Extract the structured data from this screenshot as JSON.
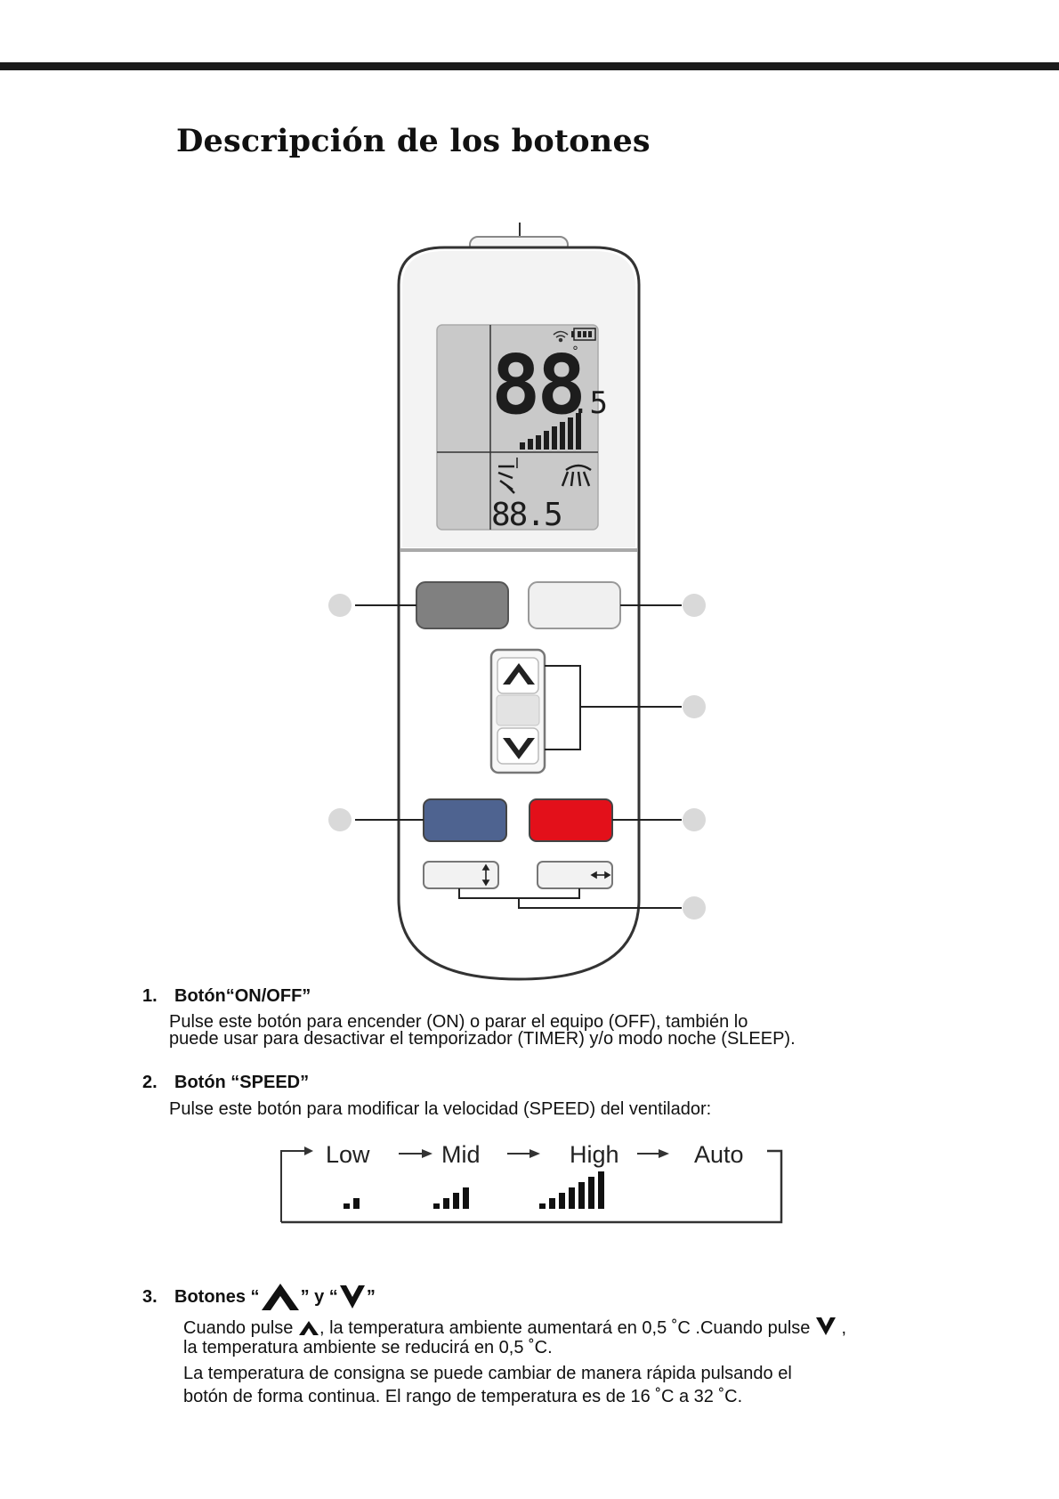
{
  "title": "Descripción de los botones",
  "remote": {
    "display": {
      "main_temp": "88",
      "main_decimal": ".5",
      "sub_temp": "88.5",
      "degree_symbol": "°"
    },
    "colors": {
      "on_off_button": "#808080",
      "speed_button": "#f0f0f0",
      "cool_button": "#4e6390",
      "heat_button": "#e3101a",
      "lcd": "#c9c9c9"
    },
    "icons": [
      "signal-icon",
      "battery-icon",
      "signal-bars-icon",
      "vertical-swing-icon",
      "horizontal-swing-icon",
      "up-arrow-icon",
      "down-arrow-icon"
    ]
  },
  "sections": [
    {
      "number": "1.",
      "title": "Botón“ON/OFF”",
      "lines": [
        "Pulse este botón  para  encender  (ON)  o  parar  el  equipo  (OFF),  también  lo",
        "puede usar para desactivar el temporizador (TIMER) y/o modo noche (SLEEP)."
      ]
    },
    {
      "number": "2.",
      "title": "Botón “SPEED”",
      "lines": [
        "Pulse este botón para modificar la velocidad (SPEED) del ventilador:"
      ]
    },
    {
      "number": "3.",
      "title_prefix": "Botones “",
      "title_mid": "” y “",
      "title_suffix": "”",
      "line1_a": "Cuando pulse ",
      "line1_b": ", la temperatura ambiente aumentará en 0,5 ˚C .Cuando pulse ",
      "line1_c": " ,",
      "line2": "la temperatura ambiente se reducirá en 0,5 ˚C.",
      "line3": "La  temperatura de consigna se puede   cambiar de manera rápida pulsando  el",
      "line4": "botón de forma continua. El rango de temperatura es de 16 ˚C a 32 ˚C."
    }
  ],
  "speed_levels": [
    {
      "label": "Low",
      "bars": 2
    },
    {
      "label": "Mid",
      "bars": 4
    },
    {
      "label": "High",
      "bars": 7
    },
    {
      "label": "Auto",
      "bars": 0
    }
  ]
}
